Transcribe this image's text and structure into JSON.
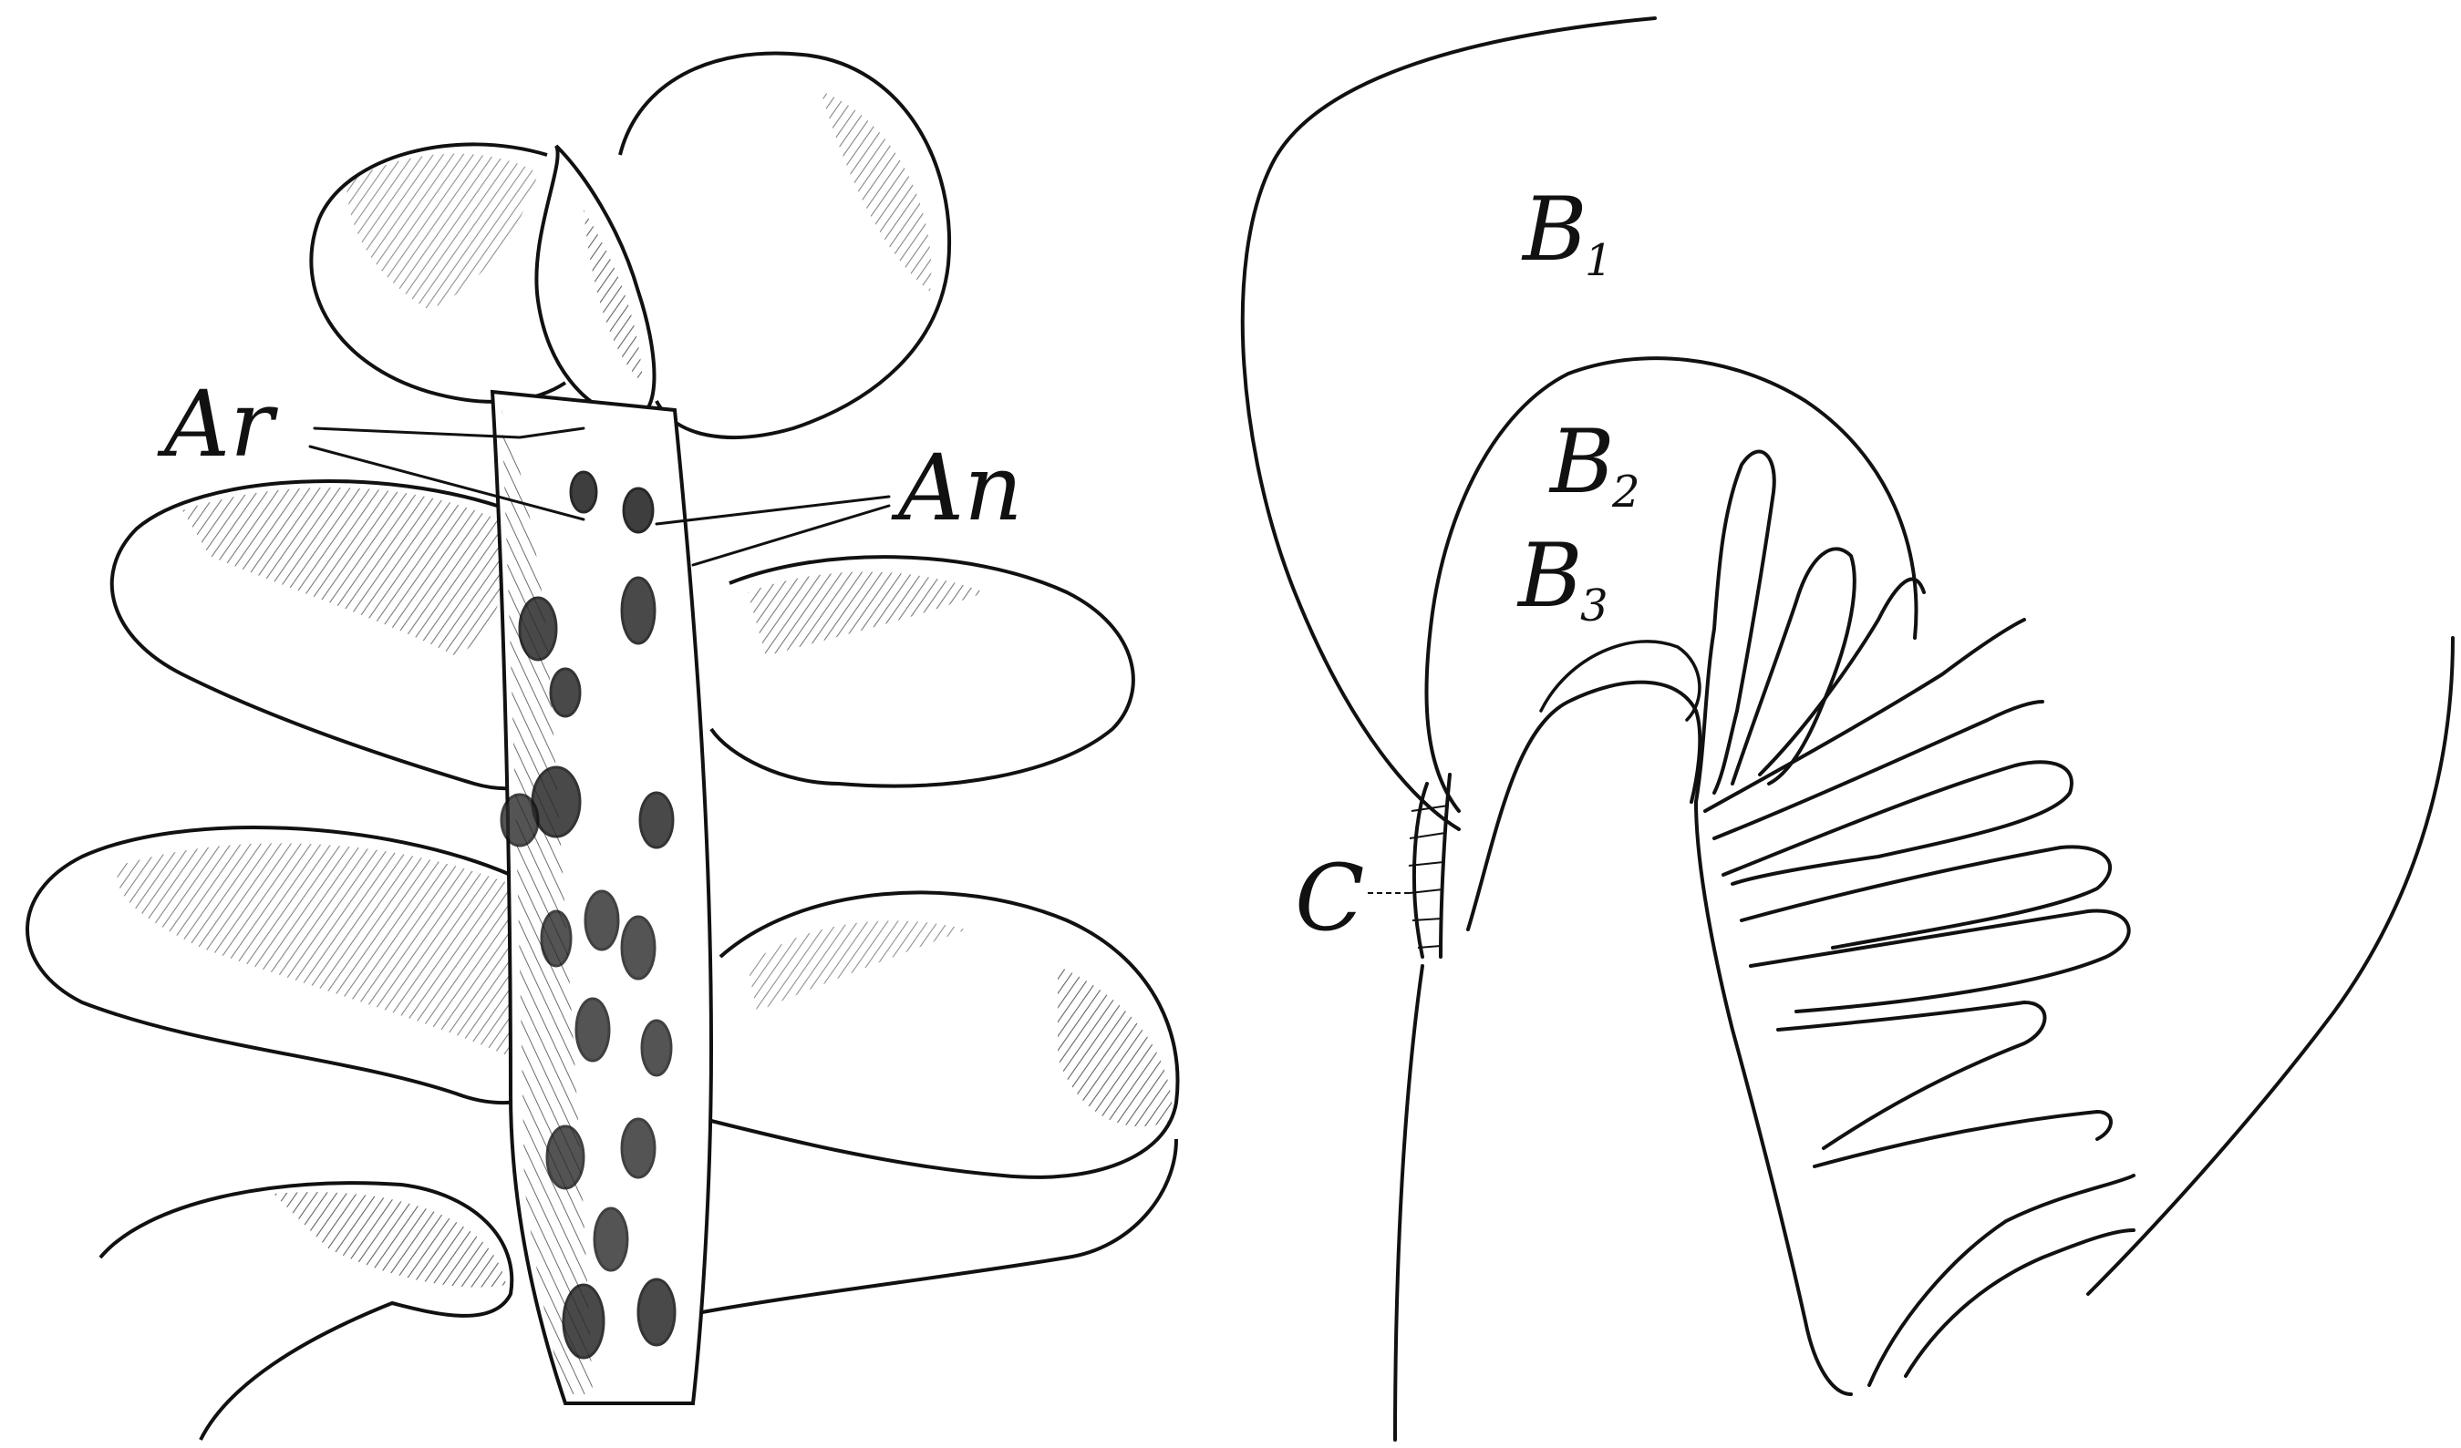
{
  "figure_left": {
    "labels": {
      "ar": "Ar",
      "an": "An"
    }
  },
  "figure_right": {
    "labels": {
      "b1_main": "B",
      "b1_sub": "1",
      "b2_main": "B",
      "b2_sub": "2",
      "b3_main": "B",
      "b3_sub": "3",
      "c": "C"
    }
  },
  "colors": {
    "ink": "#111111",
    "paper": "#ffffff"
  }
}
